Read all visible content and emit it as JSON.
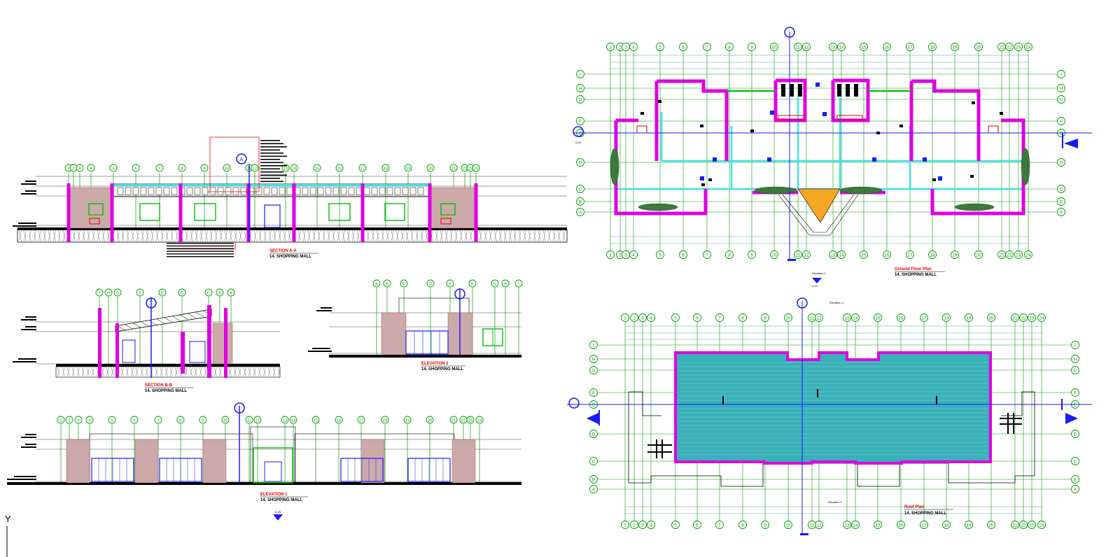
{
  "drawings": {
    "section_a": {
      "title": "SECTION A-A",
      "subtitle": "14. SHOPPING MALL",
      "grid": [
        "1",
        "2",
        "3",
        "4",
        "5",
        "6",
        "7",
        "8",
        "9",
        "10",
        "11",
        "12",
        "13",
        "14",
        "15",
        "16",
        "17",
        "18",
        "19",
        "20",
        "21",
        "22",
        "23",
        "24"
      ]
    },
    "section_b": {
      "title": "SECTION B-B",
      "subtitle": "14. SHOPPING MALL",
      "grid": [
        "I",
        "H",
        "G",
        "F",
        "E",
        "D",
        "C",
        "B",
        "A"
      ]
    },
    "elevation_2": {
      "title": "ELEVATION 2",
      "subtitle": "14. SHOPPING MALL",
      "grid": [
        "A",
        "B",
        "C",
        "D",
        "E",
        "F",
        "G",
        "H",
        "I"
      ]
    },
    "elevation_1": {
      "title": "ELEVATION 1",
      "subtitle": "14. SHOPPING MALL",
      "marker": "A-00",
      "grid": [
        "1",
        "2",
        "3",
        "4",
        "5",
        "6",
        "7",
        "8",
        "9",
        "10",
        "11",
        "12",
        "13",
        "14",
        "15",
        "16",
        "17",
        "18",
        "19",
        "20",
        "21",
        "22",
        "23",
        "24"
      ]
    },
    "ground_floor": {
      "title": "Ground Floor Plan",
      "subtitle": "14. SHOPPING MALL",
      "elevation_ref": "Elevation 1",
      "marker": "A-00",
      "side_marker": "A-00",
      "grid_x": [
        "1",
        "2",
        "3",
        "4",
        "5",
        "6",
        "7",
        "8",
        "9",
        "10",
        "11",
        "12",
        "13",
        "14",
        "15",
        "16",
        "17",
        "18",
        "19",
        "20",
        "21",
        "22",
        "23",
        "24"
      ],
      "grid_y": [
        "I",
        "H",
        "G",
        "F",
        "E",
        "D",
        "C",
        "B",
        "A"
      ]
    },
    "roof": {
      "title": "Roof Plan",
      "subtitle": "14. SHOPPING MALL",
      "elevation_top_ref": "Elevation 3",
      "elevation_bottom_ref": "Elevation 1",
      "grid_x": [
        "1",
        "2",
        "3",
        "4",
        "5",
        "6",
        "7",
        "8",
        "9",
        "10",
        "11",
        "12",
        "13",
        "14",
        "15",
        "16",
        "17",
        "18",
        "19",
        "20",
        "21",
        "22",
        "23",
        "24"
      ],
      "grid_y": [
        "I",
        "H",
        "G",
        "F",
        "E",
        "D",
        "C",
        "B",
        "A"
      ]
    }
  },
  "axis_icon": "Y",
  "colors": {
    "grid": "#00a000",
    "wall": "#e000e0",
    "glass": "#3fe3e3",
    "brick": "#b07070",
    "title_red": "#e00000",
    "marker": "#1a1aff",
    "roof": "#3ab0b8"
  }
}
